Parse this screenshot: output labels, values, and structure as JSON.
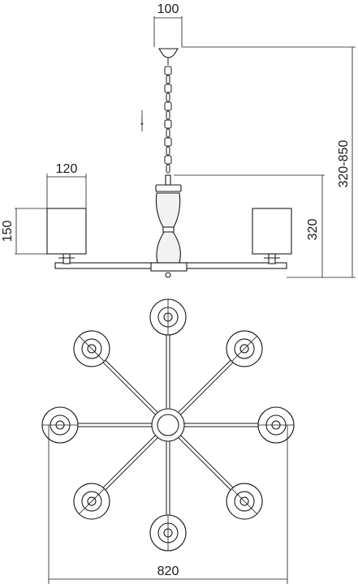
{
  "dimensions": {
    "canopy_width": "100",
    "shade_width": "120",
    "shade_height": "150",
    "body_height": "320",
    "total_height": "320-850",
    "overall_diameter": "820",
    "chain_adjust_marker": "↓"
  },
  "layout": {
    "arm_count": 8
  },
  "colors": {
    "line": "#1a1a1a",
    "background": "#ffffff"
  }
}
